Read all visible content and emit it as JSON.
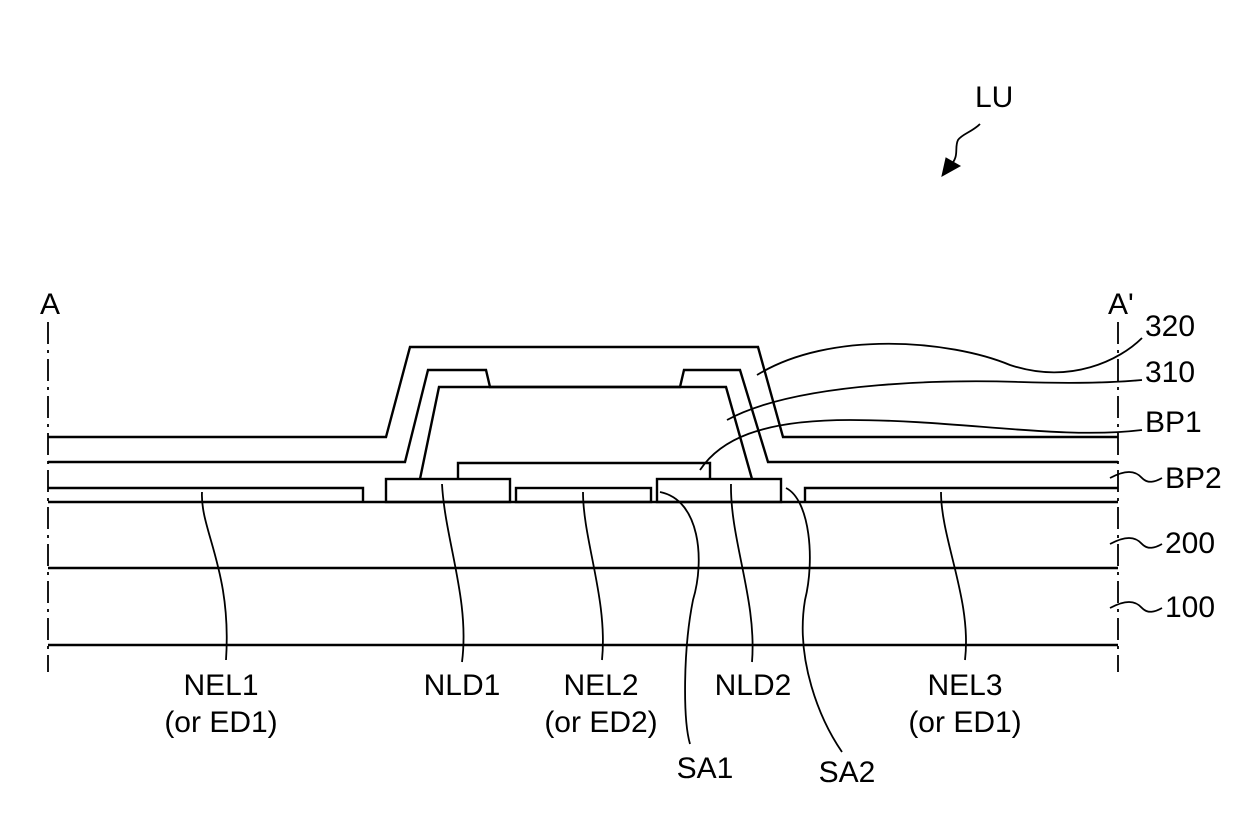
{
  "figure": {
    "assembly_label": "LU",
    "section_start": "A",
    "section_end": "A'"
  },
  "layers": {
    "layer_320": "320",
    "layer_310": "310",
    "bank_1": "BP1",
    "bank_2": "BP2",
    "layer_200": "200",
    "substrate_100": "100"
  },
  "bottom_labels": {
    "nel1": "NEL1",
    "nel1_alt": "(or ED1)",
    "nld1": "NLD1",
    "nel2": "NEL2",
    "nel2_alt": "(or ED2)",
    "nld2": "NLD2",
    "nel3": "NEL3",
    "nel3_alt": "(or ED1)",
    "sa1": "SA1",
    "sa2": "SA2"
  },
  "colors": {
    "line": "#000000",
    "background": "#ffffff"
  }
}
